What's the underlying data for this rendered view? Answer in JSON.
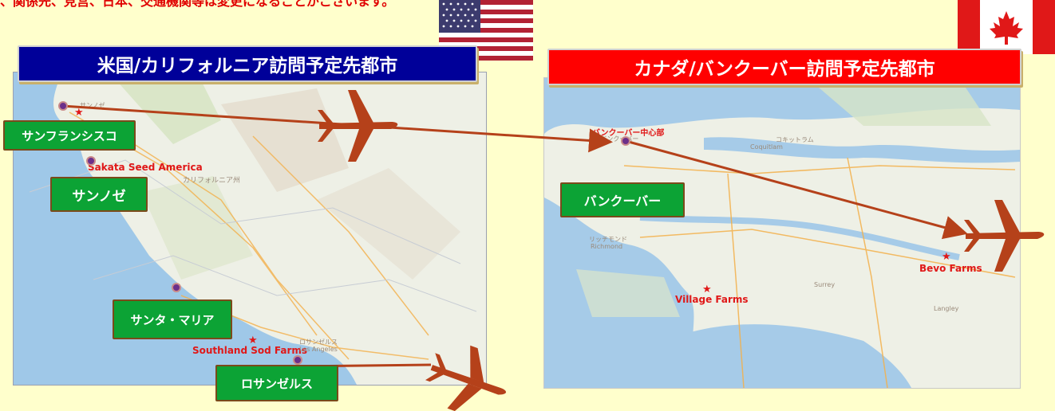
{
  "header_note": "、関係先、見営、日本、交通機関等は変更になることがございます。",
  "us_panel": {
    "title": "米国/カリフォルニア訪問予定先都市",
    "cities": {
      "san_francisco": "サンフランシスコ",
      "san_jose": "サンノゼ",
      "santa_maria": "サンタ・マリア",
      "los_angeles": "ロサンゼルス"
    },
    "map_labels": {
      "sakata": "Sakata Seed America",
      "southland": "Southland Sod Farms",
      "sanjose_small": "サンノゼ",
      "la_small": "ロサンゼルス",
      "la_en": "Los Angeles",
      "california": "カリフォルニア州"
    }
  },
  "ca_panel": {
    "title": "カナダ/バンクーバー訪問予定先都市",
    "cities": {
      "vancouver": "バンクーバー"
    },
    "map_labels": {
      "vancouver_center": "バンクーバー中心部",
      "vancouver_small": "バンクーバー",
      "coquitlam": "コキットラム",
      "coquitlam_en": "Coquitlam",
      "richmond": "リッチモンド",
      "richmond_en": "Richmond",
      "bevo": "Bevo Farms",
      "village": "Village Farms",
      "surrey": "Surrey",
      "langley": "Langley"
    }
  },
  "colors": {
    "background": "#ffffcc",
    "us_banner": "#000099",
    "ca_banner": "#ff0000",
    "city_badge": "#0ca335",
    "route": "#b5411a",
    "plane": "#b5411a"
  },
  "icons": [
    "us-flag-icon",
    "canada-flag-icon",
    "airplane-icon",
    "route-arrow-icon",
    "location-pin-icon",
    "star-icon"
  ]
}
